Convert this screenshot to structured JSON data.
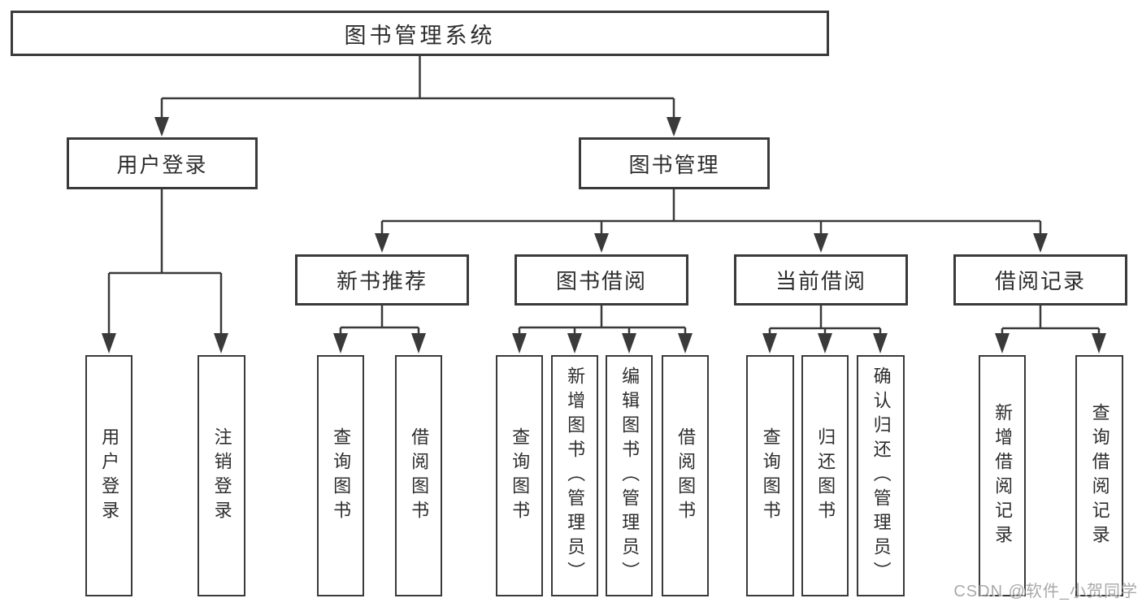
{
  "colors": {
    "background": "#ffffff",
    "line": "#3a3a3a",
    "box_border": "#3a3a3a",
    "text": "#2d2d2d",
    "watermark": "#a2a2a2"
  },
  "watermark": "CSDN @软件_小贺同学",
  "tree": {
    "label": "图书管理系统",
    "children": [
      {
        "label": "用户登录",
        "children": [
          {
            "label": "用户登录"
          },
          {
            "label": "注销登录"
          }
        ]
      },
      {
        "label": "图书管理",
        "children": [
          {
            "label": "新书推荐",
            "children": [
              {
                "label": "查询图书"
              },
              {
                "label": "借阅图书"
              }
            ]
          },
          {
            "label": "图书借阅",
            "children": [
              {
                "label": "查询图书"
              },
              {
                "label": "新增图书（管理员）"
              },
              {
                "label": "编辑图书（管理员）"
              },
              {
                "label": "借阅图书"
              }
            ]
          },
          {
            "label": "当前借阅",
            "children": [
              {
                "label": "查询图书"
              },
              {
                "label": "归还图书"
              },
              {
                "label": "确认归还（管理员）"
              }
            ]
          },
          {
            "label": "借阅记录",
            "children": [
              {
                "label": "新增借阅记录"
              },
              {
                "label": "查询借阅记录"
              }
            ]
          }
        ]
      }
    ]
  }
}
